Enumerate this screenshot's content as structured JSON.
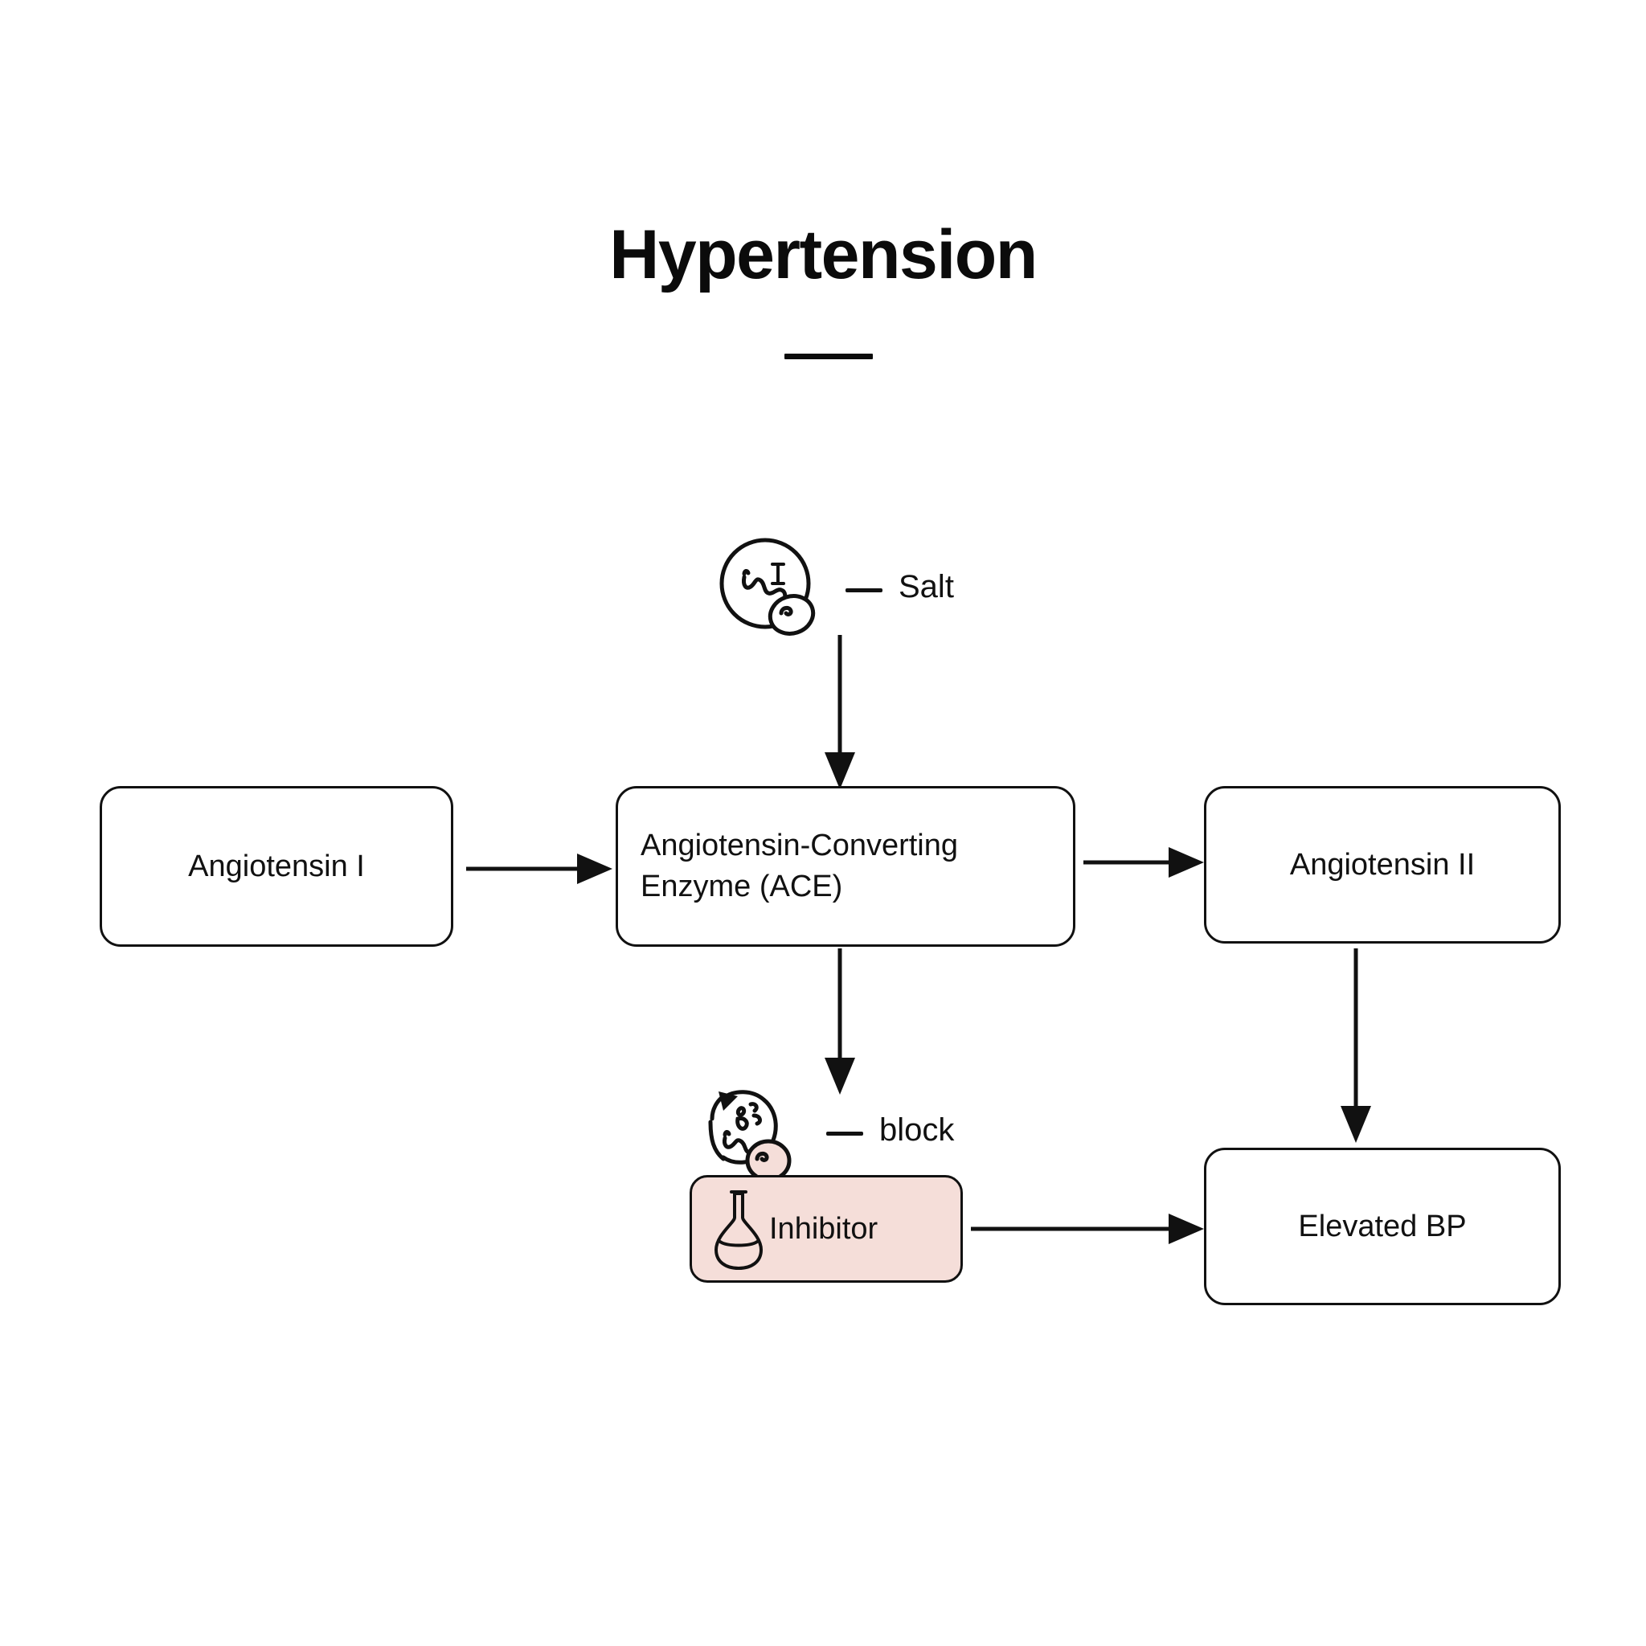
{
  "page": {
    "title": "Hypertension",
    "background_color": "#ffffff",
    "text_color": "#111111",
    "accent_color": "#f5ded9",
    "stroke_color": "#111111"
  },
  "diagram": {
    "type": "flowchart",
    "nodes": [
      {
        "id": "angiotensin-i",
        "label": "Angiotensin I",
        "style": "outline",
        "fill": "#ffffff"
      },
      {
        "id": "ace",
        "label": "Angiotensin-Converting Enzyme (ACE)",
        "label_line1": "Angiotensin-Converting",
        "label_line2": "Enzyme (ACE)",
        "style": "outline",
        "fill": "#ffffff"
      },
      {
        "id": "angiotensin-ii",
        "label": "Angiotensin II",
        "style": "outline",
        "fill": "#ffffff"
      },
      {
        "id": "elevated-bp",
        "label": "Elevated BP",
        "style": "outline",
        "fill": "#ffffff"
      },
      {
        "id": "inhibitor",
        "label": "Inhibitor",
        "style": "filled",
        "fill": "#f5ded9",
        "icon": "flask-icon"
      }
    ],
    "edges": [
      {
        "from": "angiotensin-i",
        "to": "ace",
        "direction": "right",
        "label": ""
      },
      {
        "from": "ace",
        "to": "angiotensin-ii",
        "direction": "right",
        "label": ""
      },
      {
        "from": "salt",
        "to": "ace",
        "direction": "down",
        "label": ""
      },
      {
        "from": "ace",
        "to": "inhibitor",
        "direction": "down",
        "label": ""
      },
      {
        "from": "angiotensin-ii",
        "to": "elevated-bp",
        "direction": "down",
        "label": ""
      },
      {
        "from": "inhibitor",
        "to": "elevated-bp",
        "direction": "right",
        "label": ""
      }
    ],
    "annotations": [
      {
        "id": "salt",
        "label": "Salt",
        "icon": "salt-molecule-icon"
      },
      {
        "id": "block",
        "label": "block",
        "icon": "block-molecule-icon"
      }
    ]
  }
}
